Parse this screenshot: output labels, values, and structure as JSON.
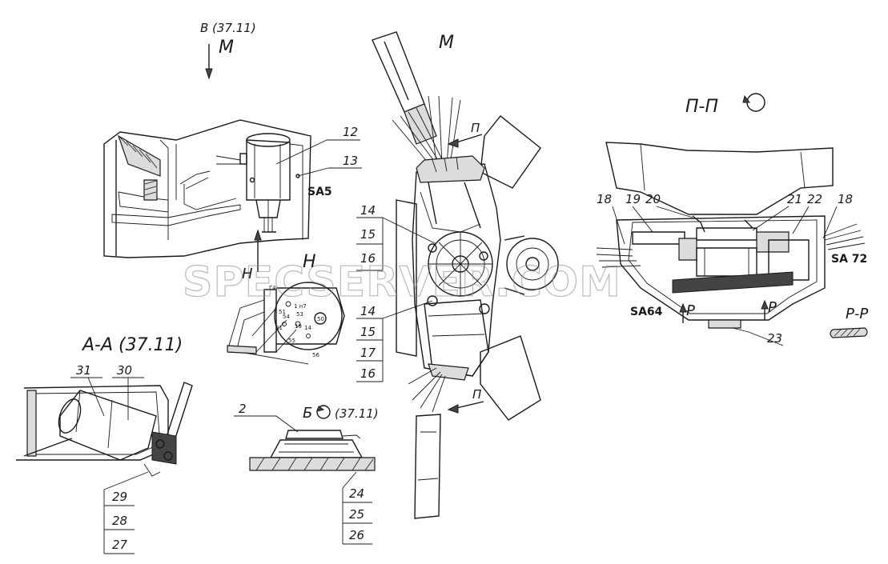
{
  "views": {
    "view_v_title": "В (37.11)",
    "view_v_letter": "М",
    "view_m_title": "М",
    "view_n_letter": "Н",
    "view_n_title": "Н",
    "section_pp_title": "П-П",
    "section_aa_title": "А-А (37.11)",
    "view_b_title": "Б",
    "view_b_ref": "(37.11)",
    "section_rr_title": "Р-Р",
    "cut_p_top": "П",
    "cut_p_bottom": "П",
    "cut_r_left": "Р",
    "cut_r_right": "Р"
  },
  "callouts": {
    "c12": "12",
    "c13": "13",
    "sa5": "SA5",
    "c14a": "14",
    "c15a": "15",
    "c16a": "16",
    "c14b": "14",
    "c15b": "15",
    "c17": "17",
    "c16b": "16",
    "c18a": "18",
    "c19": "19",
    "c20": "20",
    "c21": "21",
    "c22": "22",
    "c18b": "18",
    "sa72": "SA 72",
    "sa64": "SA64",
    "c23": "23",
    "c31": "31",
    "c30": "30",
    "c29": "29",
    "c28": "28",
    "c27": "27",
    "c2": "2",
    "c24": "24",
    "c25": "25",
    "c26": "26"
  },
  "switch_terminals": {
    "t1": "1 н7",
    "t2": "51",
    "t3": "50",
    "t4": "54",
    "t5": "53",
    "t6": "31",
    "t7": "19",
    "t8": "14",
    "t9": "55",
    "t10": "56",
    "t11": "Г4"
  },
  "watermark": "SPECSERVER.COM"
}
